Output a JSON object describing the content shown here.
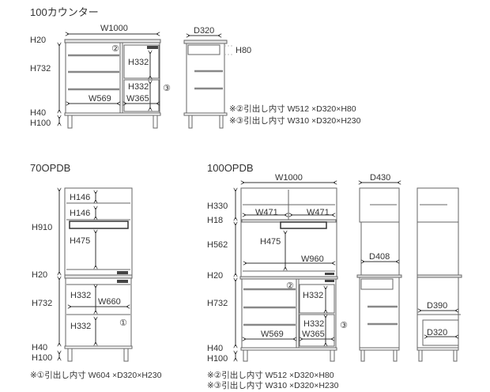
{
  "counter100": {
    "title": "100カウンター",
    "width_label": "W1000",
    "depth_label": "D320",
    "heights": [
      "H20",
      "H732",
      "H40",
      "H100"
    ],
    "drawer_height_label": "H80",
    "drawer2_mark": "②",
    "drawer3_mark": "③",
    "inner": {
      "h_upper": "H332",
      "h_lower": "H332",
      "w_right": "W365",
      "w_left": "W569"
    },
    "notes": [
      "※②引出し内寸 W512 ×D320×H80",
      "※③引出し内寸 W310 ×D320×H230"
    ]
  },
  "opdb70": {
    "title": "70OPDB",
    "heights": [
      "H910",
      "H20",
      "H732",
      "H40",
      "H100"
    ],
    "inner": {
      "h_shelf1": "H146",
      "h_shelf2": "H146",
      "h_open": "H475",
      "h_upper": "H332",
      "w_inner": "W660",
      "h_lower": "H332"
    },
    "drawer1_mark": "①",
    "note": "※①引出し内寸 W604 ×D320×H230"
  },
  "opdb100": {
    "title": "100OPDB",
    "width_label": "W1000",
    "heights": [
      "H330",
      "H18",
      "H562",
      "H20",
      "H732",
      "H40",
      "H100"
    ],
    "inner": {
      "w_left_top": "W471",
      "w_right_top": "W471",
      "h_open": "H475",
      "w_open": "W960",
      "h_upper": "H332",
      "h_lower": "H332",
      "w_right": "W365",
      "w_left": "W569"
    },
    "drawer2_mark": "②",
    "drawer3_mark": "③",
    "side": {
      "depth_top": "D430",
      "depth_open": "D408",
      "depth_lower": "D390",
      "depth_drawer": "D320"
    },
    "notes": [
      "※②引出し内寸 W512 ×D320×H80",
      "※③引出し内寸 W310 ×D320×H230"
    ]
  }
}
